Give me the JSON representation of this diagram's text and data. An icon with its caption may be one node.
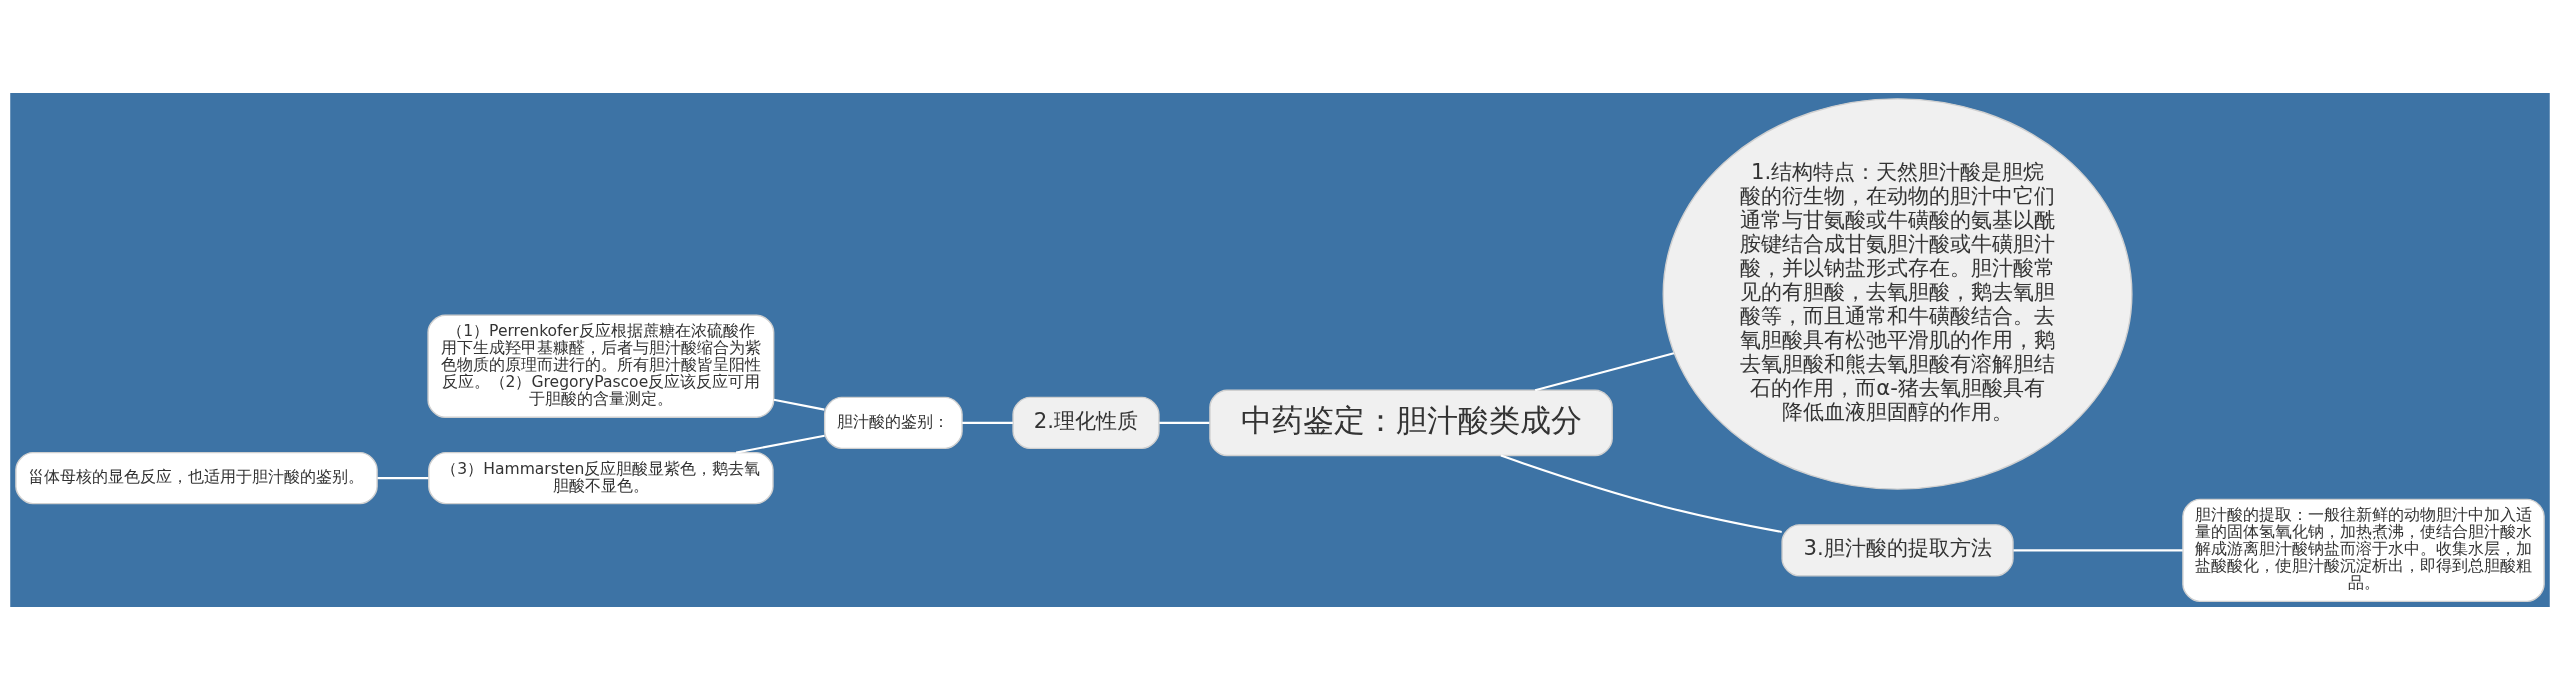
{
  "diagram": {
    "nodes": [
      {
        "text": [
          "中药鉴定：胆汁酸类成分"
        ]
      },
      {
        "text": [
          "1.结构特点：天然胆汁酸是胆烷酸的衍生物，在动物的胆汁中它们通常与甘氨酸或牛磺酸的氨基以酰胺键结合成甘氨胆汁酸或牛磺胆汁酸，并以钠盐形式存在。胆汁酸常见的有胆酸，去氧胆酸，鹅去氧胆酸等，而且通常和牛磺酸结合。去氧胆酸具有松弛平滑肌的作用，鹅去氧胆酸和熊去氧胆酸有溶解胆结石的作用，而α-猪去氧胆酸具有降低血液胆固醇的作用。"
        ]
      },
      {
        "text": [
          "2.理化性质"
        ]
      },
      {
        "text": [
          "胆汁酸的鉴别："
        ]
      },
      {
        "text": [
          "（1）Perrenkofer反应根据蔗糖在浓硫酸作用下生成羟甲基糠醛，后者与胆汁酸缩合为紫色物质的原理而进行的。所有胆汁酸皆呈阳性反应。（2）GregoryPascoe反应该反应可用于胆酸的含量测定。"
        ]
      },
      {
        "text": [
          "（3）Hammarsten反应胆酸显紫色，鹅去氧胆酸不显色。"
        ]
      },
      {
        "text": [
          "甾体母核的显色反应，也适用于胆汁酸的鉴别。"
        ]
      },
      {
        "text": [
          "3.胆汁酸的提取方法"
        ]
      },
      {
        "text": [
          "胆汁酸的提取：一般往新鲜的动物胆汁中加入适量的固体氢氧化钠，加热煮沸，使结合胆汁酸水解成游离胆汁酸钠盐而溶于水中。收集水层，加盐酸酸化，使胆汁酸沉淀析出，即得到总胆酸粗品。"
        ]
      }
    ],
    "edges": [
      {
        "from": 0,
        "to": 1,
        "arrow": "none"
      },
      {
        "from": 0,
        "to": 2,
        "arrow": "none"
      },
      {
        "from": 2,
        "to": 3,
        "arrow": "none"
      },
      {
        "from": 3,
        "to": 4,
        "arrow": "none"
      },
      {
        "from": 3,
        "to": 5,
        "arrow": "none"
      },
      {
        "from": 5,
        "to": 6,
        "arrow": "none"
      },
      {
        "from": 0,
        "to": 7,
        "arrow": "none"
      },
      {
        "from": 7,
        "to": 8,
        "arrow": "none"
      }
    ]
  }
}
